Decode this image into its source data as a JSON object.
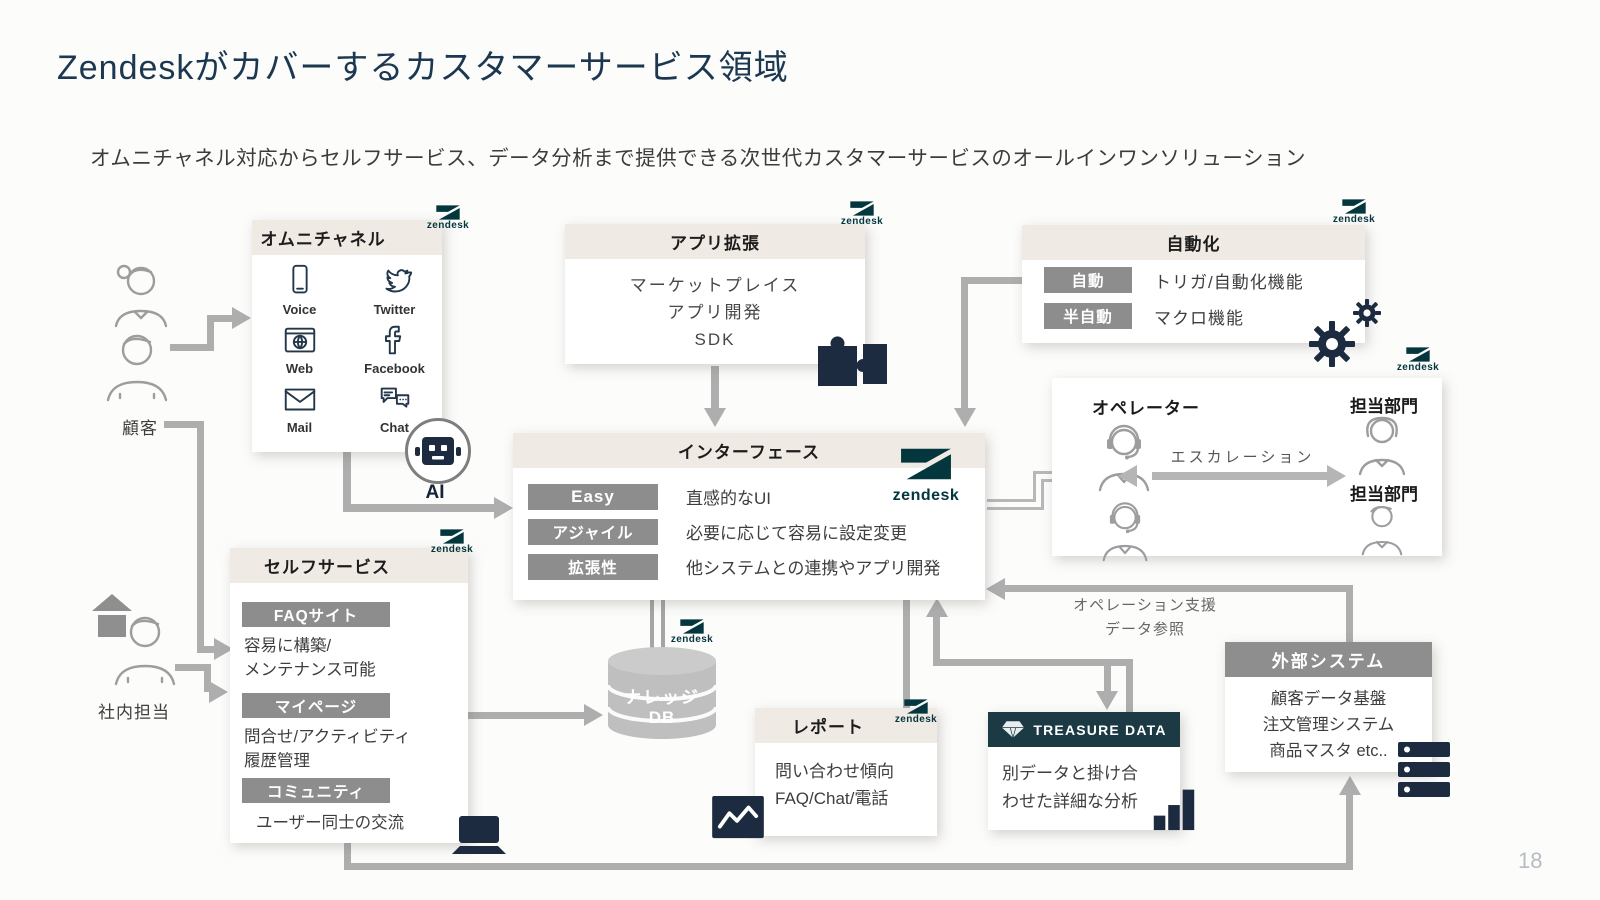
{
  "page": {
    "title": "Zendeskがカバーするカスタマーサービス領域",
    "subtitle": "オムニチャネル対応からセルフサービス、データ分析まで提供できる次世代カスタマーサービスのオールインワンソリューション",
    "page_number": "18"
  },
  "brand": {
    "zendesk_label": "zendesk",
    "zendesk_color": "#03363d"
  },
  "actors": {
    "customer_label": "顧客",
    "internal_label": "社内担当",
    "ai_label": "AI"
  },
  "connectors": {
    "escalation_label": "エスカレーション",
    "operation_support_line1": "オペレーション支援",
    "operation_support_line2": "データ参照"
  },
  "omnichannel": {
    "title": "オムニチャネル",
    "channels": [
      {
        "label": "Voice"
      },
      {
        "label": "Twitter"
      },
      {
        "label": "Web"
      },
      {
        "label": "Facebook"
      },
      {
        "label": "Mail"
      },
      {
        "label": "Chat"
      }
    ]
  },
  "app_extension": {
    "title": "アプリ拡張",
    "items": [
      "マーケットプレイス",
      "アプリ開発",
      "SDK"
    ]
  },
  "automation": {
    "title": "自動化",
    "rows": [
      {
        "badge": "自動",
        "text": "トリガ/自動化機能"
      },
      {
        "badge": "半自動",
        "text": "マクロ機能"
      }
    ]
  },
  "interface": {
    "title": "インターフェース",
    "rows": [
      {
        "badge": "Easy",
        "text": "直感的なUI"
      },
      {
        "badge": "アジャイル",
        "text": "必要に応じて容易に設定変更"
      },
      {
        "badge": "拡張性",
        "text": "他システムとの連携やアプリ開発"
      }
    ]
  },
  "operator": {
    "title": "オペレーター",
    "dept_label_1": "担当部門",
    "dept_label_2": "担当部門"
  },
  "self_service": {
    "title": "セルフサービス",
    "sections": [
      {
        "badge": "FAQサイト",
        "lines": [
          "容易に構築/",
          "メンテナンス可能"
        ]
      },
      {
        "badge": "マイページ",
        "lines": [
          "問合せ/アクティビティ",
          "履歴管理"
        ]
      },
      {
        "badge": "コミュニティ",
        "lines": [
          "ユーザー同士の交流"
        ]
      }
    ]
  },
  "knowledge_db": {
    "line1": "ナレッジ",
    "line2": "DB"
  },
  "report": {
    "title": "レポート",
    "lines": [
      "問い合わせ傾向",
      "FAQ/Chat/電話"
    ]
  },
  "treasure_data": {
    "title": "TREASURE DATA",
    "lines": [
      "別データと掛け合",
      "わせた詳細な分析"
    ]
  },
  "external_system": {
    "title": "外部システム",
    "lines": [
      "顧客データ基盤",
      "注文管理システム",
      "商品マスタ etc.."
    ]
  }
}
